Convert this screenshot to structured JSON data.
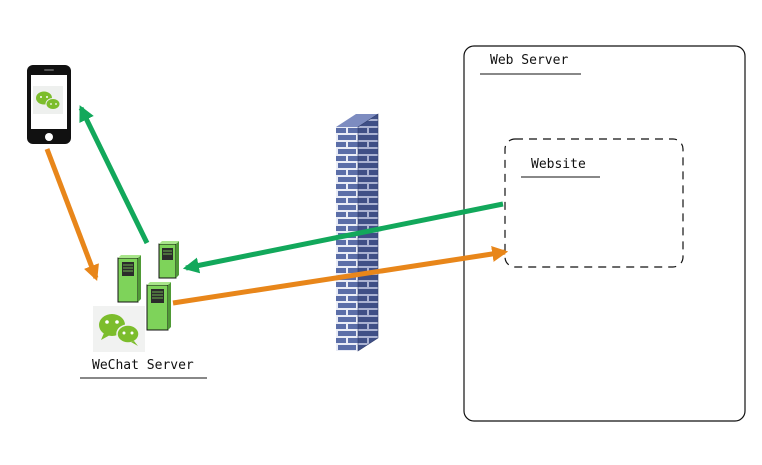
{
  "labels": {
    "web_server": "Web Server",
    "website": "Website",
    "wechat_server": "WeChat Server"
  },
  "colors": {
    "response_arrow": "#12a85b",
    "request_arrow": "#e8861a",
    "server_green": "#7ed35a",
    "firewall_blue": "#5b6ea8",
    "wechat_green": "#7cbd2c"
  },
  "icons": {
    "phone": "smartphone-icon",
    "wechat": "wechat-logo-icon",
    "servers": "server-rack-icon",
    "firewall": "brick-wall-icon"
  }
}
